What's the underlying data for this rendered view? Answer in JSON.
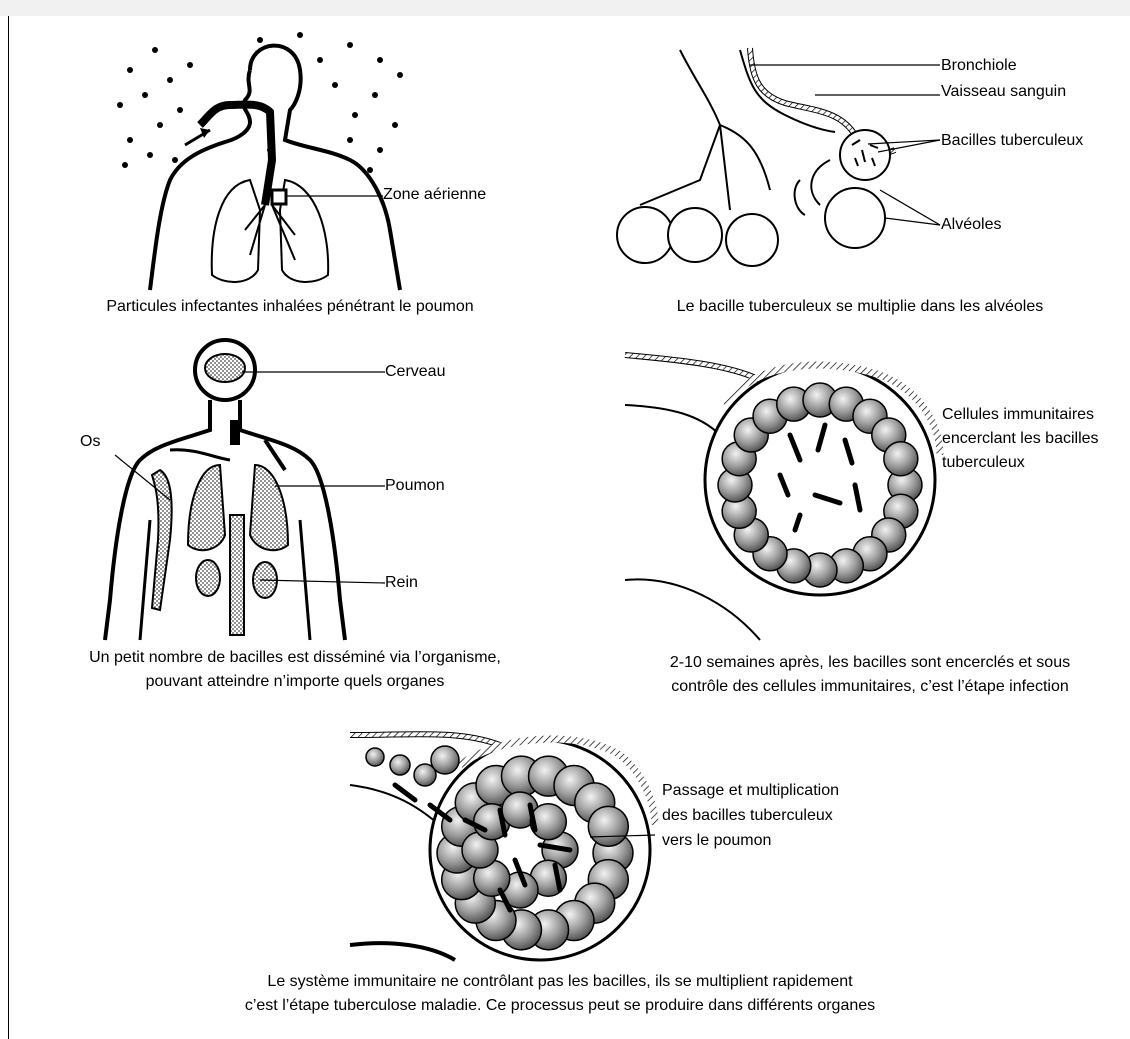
{
  "panels": {
    "p1": {
      "caption": "Particules infectantes inhalées pénétrant le poumon",
      "labels": {
        "zone": "Zone aérienne"
      }
    },
    "p2": {
      "caption": "Le bacille tuberculeux se multiplie dans les alvéoles",
      "labels": {
        "bronchiole": "Bronchiole",
        "vaisseau": "Vaisseau sanguin",
        "bacilles": "Bacilles tuberculeux",
        "alveoles": "Alvéoles"
      }
    },
    "p3": {
      "caption_line1": "Un petit nombre de bacilles est disséminé via l’organisme,",
      "caption_line2": "pouvant atteindre n’importe quels organes",
      "labels": {
        "cerveau": "Cerveau",
        "os": "Os",
        "poumon": "Poumon",
        "rein": "Rein"
      }
    },
    "p4": {
      "caption_line1": "2-10 semaines après, les bacilles sont encerclés et sous",
      "caption_line2": "contrôle des cellules immunitaires, c’est l’étape infection",
      "labels": {
        "line1": "Cellules immunitaires",
        "line2": "encerclant les bacilles",
        "line3": "tuberculeux"
      }
    },
    "p5": {
      "caption_line1": "Le système immunitaire ne contrôlant pas les bacilles, ils se multiplient rapidement",
      "caption_line2": "c’est l’étape tuberculose maladie. Ce processus peut se produire dans différents organes",
      "labels": {
        "line1": "Passage et multiplication",
        "line2": "des bacilles tuberculeux",
        "line3": "vers le poumon"
      }
    }
  }
}
